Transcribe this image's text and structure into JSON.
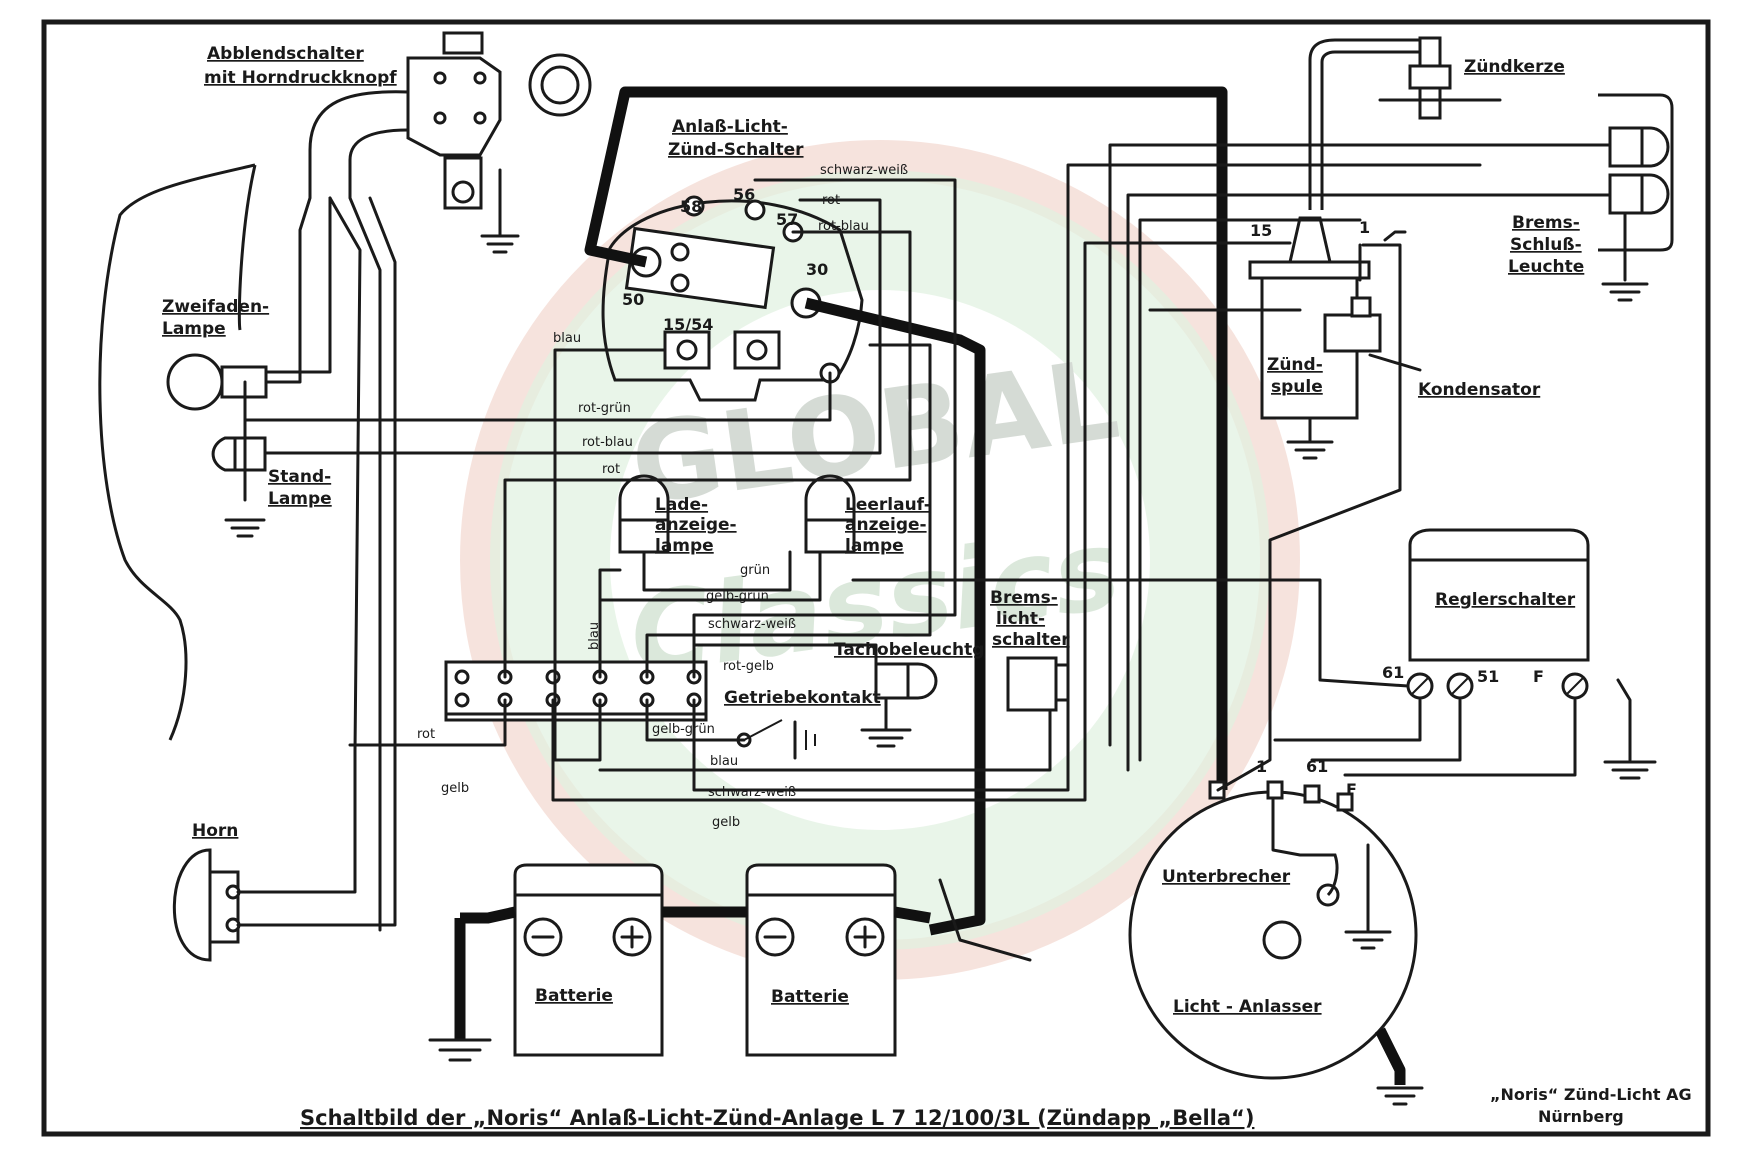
{
  "labels": {
    "abblendschalter": "Abblendschalter",
    "mit_horndruckknopf": "mit Horndruckknopf",
    "zweifaden": "Zweifaden-",
    "lampe": "Lampe",
    "stand": "Stand-",
    "stand_lampe": "Lampe",
    "horn": "Horn",
    "anlass_1": "Anlaß-Licht-",
    "anlass_2": "Zünd-Schalter",
    "lade_1": "Lade-",
    "lade_2": "anzeige-",
    "lade_3": "lampe",
    "leer_1": "Leerlauf-",
    "leer_2": "anzeige-",
    "leer_3": "lampe",
    "brems_licht_1": "Brems-",
    "brems_licht_2": "licht-",
    "brems_licht_3": "schalter",
    "tacho": "Tachobeleuchtg",
    "getriebe": "Getriebekontakt",
    "zuendkerze": "Zündkerze",
    "brems_schluss_1": "Brems-",
    "brems_schluss_2": "Schluß-",
    "brems_schluss_3": "Leuchte",
    "zuendspule_1": "Zünd-",
    "zuendspule_2": "spule",
    "kondensator": "Kondensator",
    "regler": "Reglerschalter",
    "unterbrecher": "Unterbrecher",
    "licht_anlasser": "Licht - Anlasser",
    "batterie_1": "Batterie",
    "batterie_2": "Batterie"
  },
  "wire_labels": {
    "schwarz_weiss_top": "schwarz-weiß",
    "rot_top": "rot",
    "rot_blau_top": "rot-blau",
    "blau_left": "blau",
    "rot_gruen": "rot-grün",
    "rot_blau": "rot-blau",
    "rot": "rot",
    "gruen": "grün",
    "gelb_gruen": "gelb-grün",
    "schwarz_weiss_mid": "schwarz-weiß",
    "rot_gelb": "rot-gelb",
    "blau_vertical": "blau",
    "rot_strip": "rot",
    "gelb_gruen_small": "gelb-grün",
    "blau_bottom": "blau",
    "gelb_left": "gelb",
    "schwarz_weiss_bottom": "schwarz-weiß",
    "gelb_bottom": "gelb"
  },
  "terminals": {
    "t58": "58",
    "t56": "56",
    "t57": "57",
    "t30": "30",
    "t50": "50",
    "t15_54": "15/54",
    "coil_15": "15",
    "coil_1": "1",
    "reg_61": "61",
    "reg_51": "51",
    "reg_f": "F",
    "gen_1": "1",
    "gen_61": "61",
    "gen_f": "F"
  },
  "title": "Schaltbild der „Noris“ Anlaß-Licht-Zünd-Anlage L 7 12/100/3L (Zündapp „Bella“)",
  "maker": {
    "line1": "„Noris“ Zünd-Licht AG",
    "line2": "Nürnberg"
  },
  "watermark": {
    "line1": "GLOBAL",
    "line2": "Classics"
  },
  "colors": {
    "ink": "#1a1a1a",
    "watermark_green": "#a8d8a8",
    "watermark_red": "#e8b0a0"
  }
}
